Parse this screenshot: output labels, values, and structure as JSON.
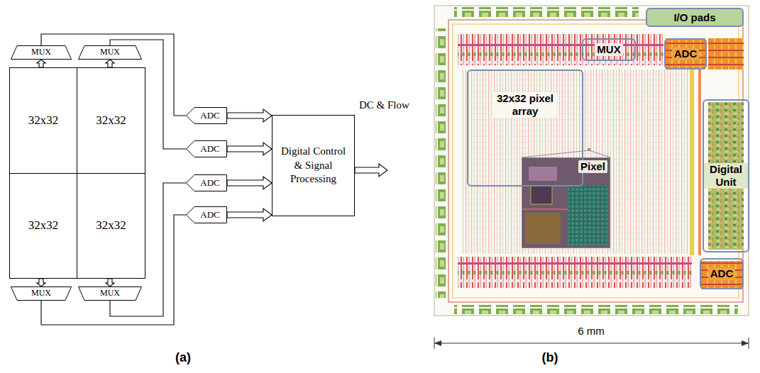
{
  "diagram": {
    "nodes": [
      {
        "text": [
          "MUX"
        ]
      },
      {
        "text": [
          "MUX"
        ]
      },
      {
        "text": [
          "32x32"
        ]
      },
      {
        "text": [
          "32x32"
        ]
      },
      {
        "text": [
          "32x32"
        ]
      },
      {
        "text": [
          "32x32"
        ]
      },
      {
        "text": [
          "MUX"
        ]
      },
      {
        "text": [
          "MUX"
        ]
      },
      {
        "text": [
          "ADC"
        ]
      },
      {
        "text": [
          "ADC"
        ]
      },
      {
        "text": [
          "ADC"
        ]
      },
      {
        "text": [
          "ADC"
        ]
      },
      {
        "text": [
          "Digital Control & Signal Processing"
        ]
      },
      {
        "text": [
          "I/O pads"
        ]
      },
      {
        "text": [
          "MUX"
        ]
      },
      {
        "text": [
          "ADC"
        ]
      },
      {
        "text": [
          "32x32 pixel array"
        ]
      },
      {
        "text": [
          "Pixel"
        ]
      },
      {
        "text": [
          "Digital Unit"
        ]
      },
      {
        "text": [
          "ADC"
        ]
      }
    ],
    "edges": [
      {
        "from": 2,
        "to": 0,
        "arrow": "to"
      },
      {
        "from": 3,
        "to": 1,
        "arrow": "to"
      },
      {
        "from": 4,
        "to": 6,
        "arrow": "to"
      },
      {
        "from": 5,
        "to": 7,
        "arrow": "to"
      },
      {
        "from": 0,
        "to": 8,
        "arrow": "none"
      },
      {
        "from": 1,
        "to": 9,
        "arrow": "none"
      },
      {
        "from": 7,
        "to": 10,
        "arrow": "none"
      },
      {
        "from": 6,
        "to": 11,
        "arrow": "none"
      },
      {
        "from": 8,
        "to": 12,
        "arrow": "to"
      },
      {
        "from": 9,
        "to": 12,
        "arrow": "to"
      },
      {
        "from": 10,
        "to": 12,
        "arrow": "to"
      },
      {
        "from": 11,
        "to": 12,
        "arrow": "to"
      }
    ],
    "labels": [
      "DC & Flow",
      "6 mm",
      "(a)",
      "(b)"
    ]
  }
}
